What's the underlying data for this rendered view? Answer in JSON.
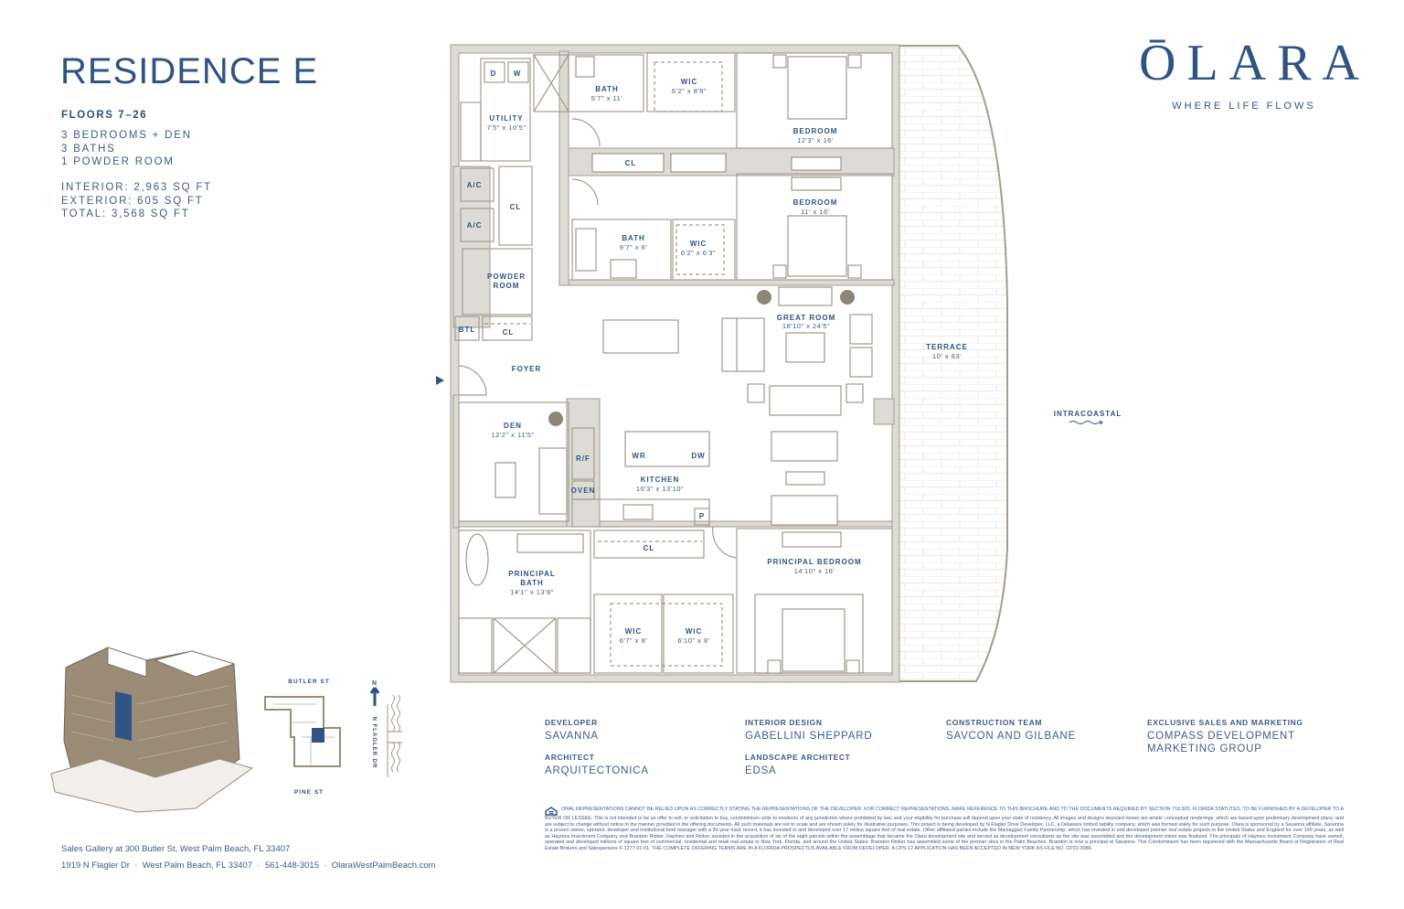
{
  "header": {
    "title": "RESIDENCE E",
    "floors": "FLOORS 7–26",
    "layout_lines": [
      "3 BEDROOMS + DEN",
      "3 BATHS",
      "1 POWDER ROOM"
    ],
    "area_lines": [
      "INTERIOR: 2,963 SQ FT",
      "EXTERIOR: 605 SQ FT",
      "TOTAL: 3,568 SQ FT"
    ]
  },
  "brand": {
    "logo": "ŌLARA",
    "tagline": "WHERE LIFE FLOWS",
    "accent_color": "#2f5383"
  },
  "floorplan": {
    "rooms": [
      {
        "id": "utility",
        "name": "UTILITY",
        "dims": "7'5\" x 10'5\""
      },
      {
        "id": "washer",
        "name": "W",
        "dims": ""
      },
      {
        "id": "dryer",
        "name": "D",
        "dims": ""
      },
      {
        "id": "bath-1",
        "name": "BATH",
        "dims": "5'7\" x 11'"
      },
      {
        "id": "wic-1",
        "name": "WIC",
        "dims": "6'2\" x 8'9\""
      },
      {
        "id": "bedroom-1",
        "name": "BEDROOM",
        "dims": "12'3\" x 16'"
      },
      {
        "id": "closet-1",
        "name": "CL",
        "dims": ""
      },
      {
        "id": "ac-1",
        "name": "A/C",
        "dims": ""
      },
      {
        "id": "ac-2",
        "name": "A/C",
        "dims": ""
      },
      {
        "id": "closet-2",
        "name": "CL",
        "dims": ""
      },
      {
        "id": "bedroom-2",
        "name": "BEDROOM",
        "dims": "11' x 16'"
      },
      {
        "id": "bath-2",
        "name": "BATH",
        "dims": "9'7\" x 6'"
      },
      {
        "id": "wic-2",
        "name": "WIC",
        "dims": "6'2\" x 6'3\""
      },
      {
        "id": "powder",
        "name": "POWDER",
        "name2": "ROOM",
        "dims": ""
      },
      {
        "id": "btl",
        "name": "BTL",
        "dims": ""
      },
      {
        "id": "closet-3",
        "name": "CL",
        "dims": ""
      },
      {
        "id": "foyer",
        "name": "FOYER",
        "dims": ""
      },
      {
        "id": "great-room",
        "name": "GREAT ROOM",
        "dims": "18'10\" x 24'5\""
      },
      {
        "id": "den",
        "name": "DEN",
        "dims": "12'2\" x 11'5\""
      },
      {
        "id": "kitchen",
        "name": "KITCHEN",
        "dims": "10'3\" x 13'10\""
      },
      {
        "id": "rf",
        "name": "R/F",
        "dims": ""
      },
      {
        "id": "oven",
        "name": "OVEN",
        "dims": ""
      },
      {
        "id": "wr",
        "name": "WR",
        "dims": ""
      },
      {
        "id": "dw",
        "name": "DW",
        "dims": ""
      },
      {
        "id": "pantry",
        "name": "P",
        "dims": ""
      },
      {
        "id": "principal-bath",
        "name": "PRINCIPAL",
        "name2": "BATH",
        "dims": "14'1\" x 13'8\""
      },
      {
        "id": "closet-4",
        "name": "CL",
        "dims": ""
      },
      {
        "id": "wic-3",
        "name": "WIC",
        "dims": "6'7\" x 8'"
      },
      {
        "id": "wic-4",
        "name": "WIC",
        "dims": "6'10\" x 8'"
      },
      {
        "id": "principal-bedroom",
        "name": "PRINCIPAL BEDROOM",
        "dims": "14'10\" x 16'"
      },
      {
        "id": "terrace",
        "name": "TERRACE",
        "dims": "10' x 63'"
      }
    ],
    "water_label": "INTRACOASTAL",
    "entry_icon": "entry-arrow-icon",
    "wall_color": "#dcdbd5",
    "line_color": "#a59c8f"
  },
  "site": {
    "building_icon": "building-isometric-icon",
    "streets": {
      "north": "BUTLER ST",
      "south": "PINE ST",
      "east": "N FLAGLER DR"
    },
    "north_label": "N",
    "highlight_color": "#2f5383"
  },
  "credits": [
    {
      "label": "DEVELOPER",
      "value": "SAVANNA"
    },
    {
      "label": "ARCHITECT",
      "value": "ARQUITECTONICA"
    },
    {
      "label": "INTERIOR DESIGN",
      "value": "GABELLINI SHEPPARD"
    },
    {
      "label": "LANDSCAPE ARCHITECT",
      "value": "EDSA"
    },
    {
      "label": "CONSTRUCTION TEAM",
      "value": "SAVCON AND GILBANE"
    },
    {
      "label": "EXCLUSIVE SALES AND MARKETING",
      "value": "COMPASS DEVELOPMENT MARKETING GROUP"
    }
  ],
  "footer": {
    "sales_gallery": "Sales Gallery at 300 Butler St, West Palm Beach, FL 33407",
    "contact": "1919 N Flagler Dr  ·  West Palm Beach, FL 33407  ·  561-448-3015  ·  OlaraWestPalmBeach.com",
    "legal_icon": "equal-housing-icon",
    "legal": "ORAL REPRESENTATIONS CANNOT BE RELIED UPON AS CORRECTLY STATING THE REPRESENTATIONS OF THE DEVELOPER. FOR CORRECT REPRESENTATIONS, MAKE REFERENCE TO THIS BROCHURE AND TO THE DOCUMENTS REQUIRED BY SECTION 718.503, FLORIDA STATUTES, TO BE FURNISHED BY A DEVELOPER TO A BUYER OR LESSEE. This is not intended to be an offer to sell, or solicitation to buy, condominium units to residents of any jurisdiction where prohibited by law, and your eligibility for purchase will depend upon your state of residency. All images and designs depicted herein are artists' conceptual renderings, which are based upon preliminary development plans, and are subject to change without notice in the manner provided in the offering documents. All such materials are not to scale and are shown solely for illustrative purposes. This project is being developed by N Flagler Drive Developer, LLC, a Delaware limited liability company, which was formed solely for such purpose. Olara is sponsored by a Savanna affiliate. Savanna is a proven owner, operator, developer and institutional fund manager with a 30-year track record, it has invested in and developed over 17 million square feet of real estate. Other affiliated parties include the Mactaggart Family Partnership, which has invested in and developed premier real estate projects in the United States and England for over 100 years, as well as Haymes Investment Company and Brandon Rinker. Haymes and Rinker assisted in the acquisition of six of the eight parcels within the assemblage that became the Olara development site and served as development consultants as the site was assembled and the development vision was finalized. The principals of Haymes Investment Company have owned, operated and developed millions of square feet of commercial, residential and retail real estate in New York, Florida, and around the United States. Brandon Rinker has assembled some of the premier sites in the Palm Beaches. Brandon is now a principal at Savanna. This Condominium has been registered with the Massachusetts Board of Registration of Real Estate Brokers and Salespersons F-1277-01-01. THE COMPLETE OFFERING TERMS ARE IN A FLORIDA PROSPECTUS AVAILABLE FROM DEVELOPER. A CPS-12 APPLICATION HAS BEEN ACCEPTED IN NEW YORK AS FILE NO. CP22-0089."
  }
}
